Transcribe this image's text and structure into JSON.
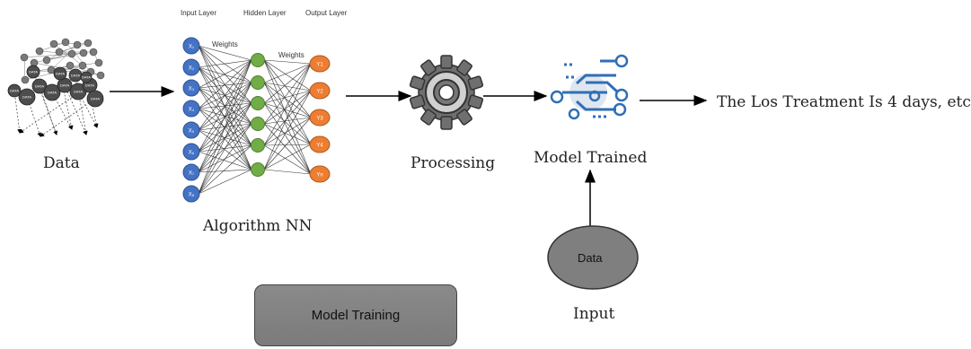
{
  "nodes": {
    "data_source": {
      "label": "Data",
      "word_on_nodes": "DATA"
    },
    "algorithm": {
      "label": "Algorithm NN",
      "input_layer_label": "Input Layer",
      "hidden_layer_label": "Hidden Layer",
      "output_layer_label": "Output Layer",
      "weights_label_1": "Weights",
      "weights_label_2": "Weights",
      "input_node_labels": [
        "X₁",
        "X₂",
        "X₃",
        "X₄",
        "X₅",
        "X₆",
        "X₇",
        "X₈"
      ],
      "output_node_labels": [
        "Y1",
        "Y2",
        "Y3",
        "Y4",
        "Yn"
      ]
    },
    "processing": {
      "label": "Processing"
    },
    "model_trained": {
      "label": "Model Trained"
    },
    "result": {
      "label": "The Los Treatment Is 4 days, etc"
    },
    "input_data": {
      "ellipse_label": "Data",
      "label": "Input"
    }
  },
  "legend": {
    "model_training_label": "Model Training"
  },
  "colors": {
    "input_node": "#4472c4",
    "hidden_node": "#70ad47",
    "output_node": "#ed7d31",
    "gear": "#6f6f6f",
    "model_icon": "#2f6fb5",
    "ellipse_fill": "#7f7f7f",
    "button_fill": "#808080"
  }
}
